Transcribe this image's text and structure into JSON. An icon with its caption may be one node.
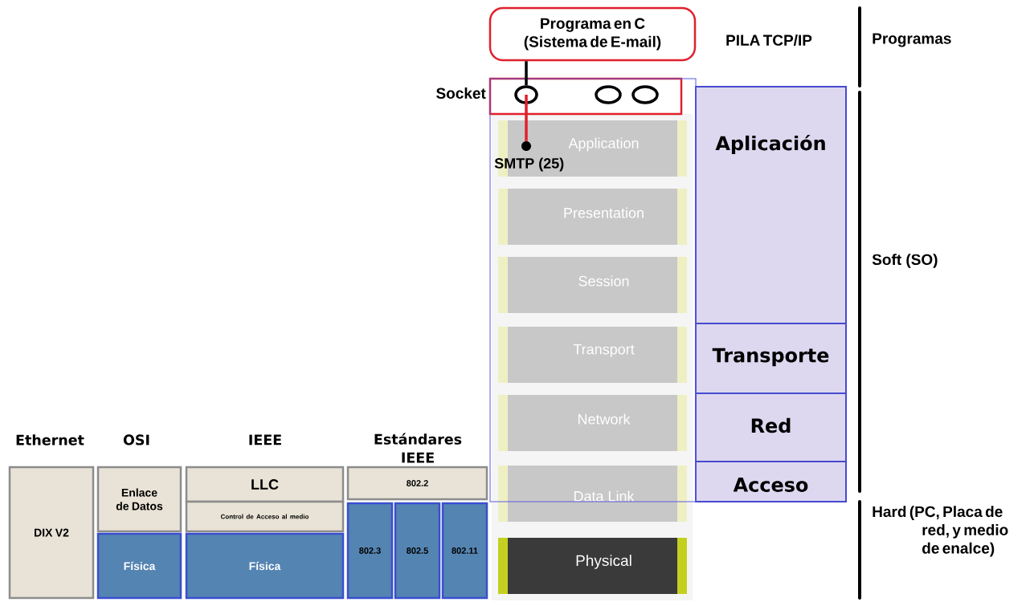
{
  "diagram": {
    "nodes": [
      {
        "text": [
          "Programa en C (Sistema de E-mail)"
        ]
      },
      {
        "text": [
          "Socket"
        ]
      },
      {
        "text": [],
        "shape": "circle",
        "in": 1
      },
      {
        "text": [],
        "shape": "circle",
        "in": 1
      },
      {
        "text": [],
        "shape": "circle",
        "in": 1
      },
      {
        "text": [],
        "shape": "circle",
        "beside": [
          "SMTP (25)"
        ],
        "in": 6
      },
      {
        "text": [
          "Application"
        ]
      },
      {
        "text": [
          "Presentation"
        ]
      },
      {
        "text": [
          "Session"
        ]
      },
      {
        "text": [
          "Transport"
        ]
      },
      {
        "text": [
          "Network"
        ]
      },
      {
        "text": [
          "Data Link"
        ]
      },
      {
        "text": [
          "Physical"
        ]
      },
      {
        "text": [
          "Aplicación"
        ]
      },
      {
        "text": [
          "Transporte"
        ]
      },
      {
        "text": [
          "Red"
        ]
      },
      {
        "text": [
          "Acceso"
        ]
      },
      {
        "text": [
          "DIX V2"
        ]
      },
      {
        "text": [
          "Enlace de Datos"
        ]
      },
      {
        "text": [
          "Física"
        ]
      },
      {
        "text": [
          "LLC"
        ]
      },
      {
        "text": [
          "Control de Acceso al medio"
        ]
      },
      {
        "text": [
          "Física"
        ]
      },
      {
        "text": [
          "802.2"
        ]
      },
      {
        "text": [
          "802.3"
        ]
      },
      {
        "text": [
          "802.5"
        ]
      },
      {
        "text": [
          "802.11"
        ]
      }
    ],
    "edges": [
      {
        "from": 0,
        "to": 2,
        "arrow": "none"
      },
      {
        "from": 2,
        "to": 5,
        "arrow": "none",
        "color": "#e0202c"
      }
    ],
    "labels": [
      "PILA TCP/IP",
      "Programas",
      "Soft (SO)",
      "Hard (PC, Placa de red, y medio de enalce)",
      "Ethernet",
      "OSI",
      "IEEE",
      "Estándares IEEE"
    ]
  }
}
